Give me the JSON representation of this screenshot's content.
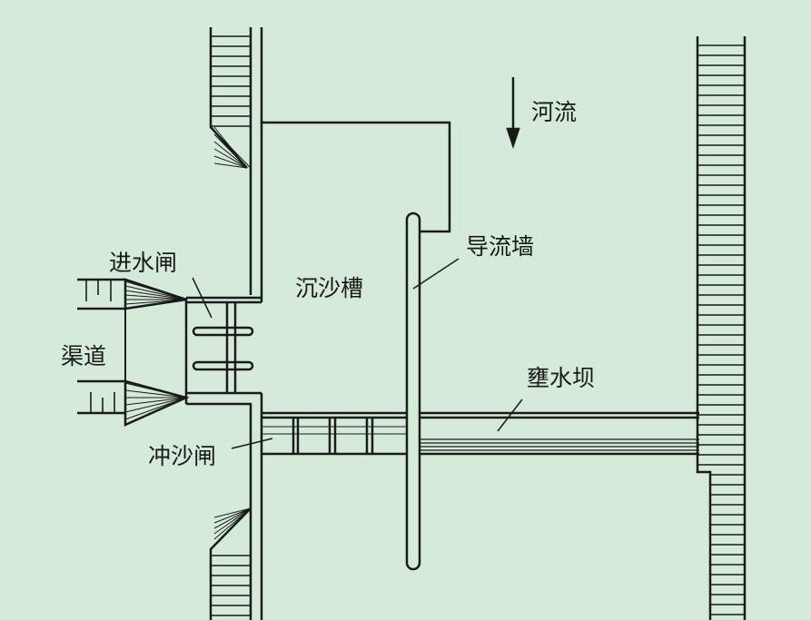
{
  "labels": {
    "river": "河流",
    "guide_wall": "导流墙",
    "settling_tank": "沉沙槽",
    "intake_gate": "进水闸",
    "canal": "渠道",
    "weir_dam": "壅水坝",
    "sluice_gate": "冲沙闸"
  },
  "colors": {
    "background": "#d5ead8",
    "ink": "#1a1a1a"
  }
}
